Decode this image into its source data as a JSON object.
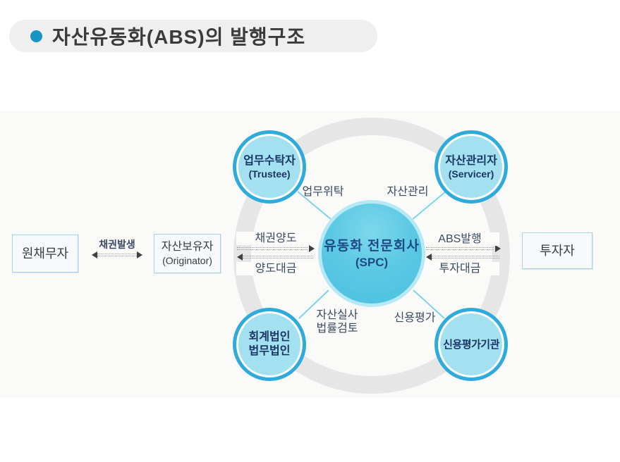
{
  "title": {
    "text": "자산유동화(ABS)의 발행구조"
  },
  "colors": {
    "bullet": "#1793c4",
    "title_bar_bg": "#efefef",
    "panel_bg": "#fafaf8",
    "orbit_ring": "#e6e6e6",
    "satellite_fill": "#a3e1f1",
    "satellite_border": "#2fabdb",
    "center_fill": "#49c0df",
    "node_text": "#1b3566",
    "connector_line": "#7fd4ea",
    "dotted_arrow": "#9a9a9a"
  },
  "nodes": {
    "center": {
      "line1": "유동화 전문회사",
      "line2": "(SPC)"
    },
    "trustee": {
      "line1": "업무수탁자",
      "line2": "(Trustee)"
    },
    "servicer": {
      "line1": "자산관리자",
      "line2": "(Servicer)"
    },
    "firms": {
      "line1": "회계법인",
      "line2": "법무법인"
    },
    "rating": {
      "line1": "신용평가기관"
    }
  },
  "boxes": {
    "debtor": {
      "label": "원채무자"
    },
    "originator": {
      "line1": "자산보유자",
      "line2": "(Originator)"
    },
    "investor": {
      "label": "투자자"
    }
  },
  "edges": {
    "credit_origination": "채권발생",
    "asset_transfer": "채권양도",
    "transfer_payment": "양도대금",
    "abs_issuance": "ABS발행",
    "investment_funds": "투자대금",
    "business_entrustment": "업무위탁",
    "asset_management": "자산관리",
    "due_diligence_line1": "자산실사",
    "due_diligence_line2": "법률검토",
    "credit_rating": "신용평가"
  }
}
